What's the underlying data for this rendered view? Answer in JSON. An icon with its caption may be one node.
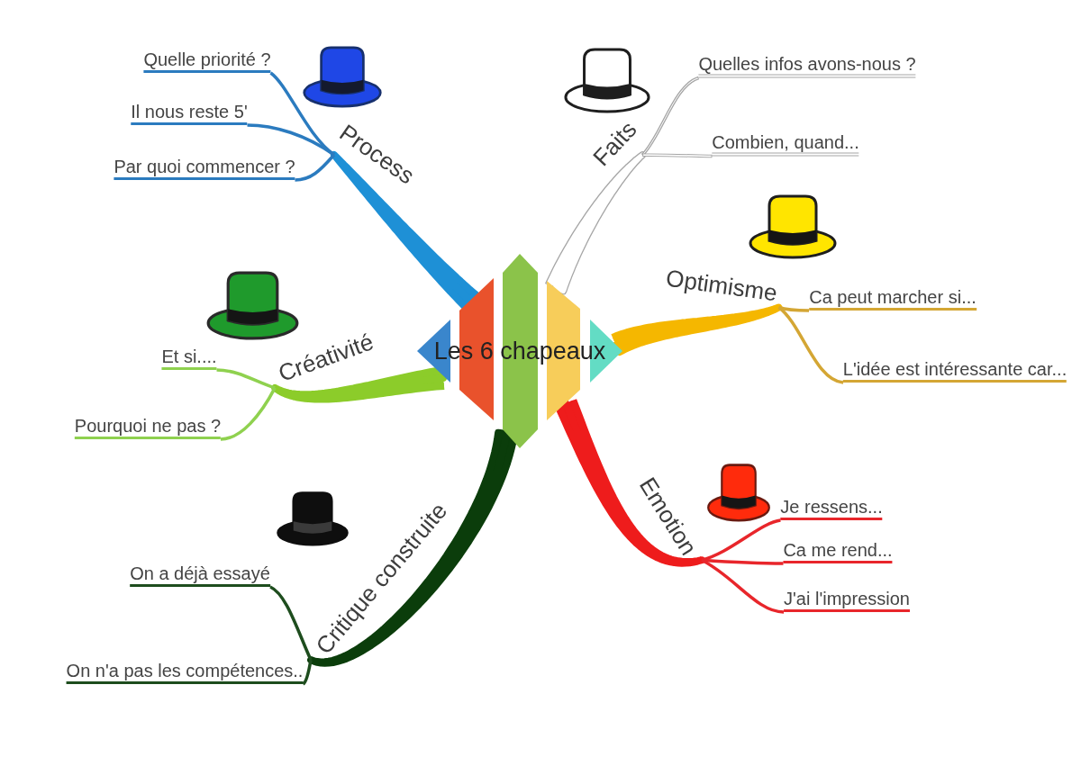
{
  "diagram": {
    "nodes": [
      {
        "text": [
          "Les 6 chapeaux"
        ]
      },
      {
        "text": [
          "Process"
        ]
      },
      {
        "text": [
          "Quelle priorité ?"
        ]
      },
      {
        "text": [
          "Il nous reste 5'"
        ]
      },
      {
        "text": [
          "Par quoi commencer ?"
        ]
      },
      {
        "text": [
          "Faits"
        ]
      },
      {
        "text": [
          "Quelles infos avons-nous ?"
        ]
      },
      {
        "text": [
          "Combien, quand..."
        ]
      },
      {
        "text": [
          "Optimisme"
        ]
      },
      {
        "text": [
          "Ca peut marcher si..."
        ]
      },
      {
        "text": [
          "L'idée est intéressante car..."
        ]
      },
      {
        "text": [
          "Emotion"
        ]
      },
      {
        "text": [
          "Je ressens..."
        ]
      },
      {
        "text": [
          "Ca me rend..."
        ]
      },
      {
        "text": [
          "J'ai l'impression"
        ]
      },
      {
        "text": [
          "Critique construite"
        ]
      },
      {
        "text": [
          "On a déjà essayé"
        ]
      },
      {
        "text": [
          "On n'a pas les compétences.."
        ]
      },
      {
        "text": [
          "Créativité"
        ]
      },
      {
        "text": [
          "Et si...."
        ]
      },
      {
        "text": [
          "Pourquoi ne pas ?"
        ]
      }
    ],
    "edges": [
      {
        "from": 0,
        "to": 1,
        "arrow": "none",
        "style": "thick",
        "color": "#1e90d6"
      },
      {
        "from": 1,
        "to": 2,
        "arrow": "none",
        "color": "#2b7bbf"
      },
      {
        "from": 1,
        "to": 3,
        "arrow": "none",
        "color": "#2b7bbf"
      },
      {
        "from": 1,
        "to": 4,
        "arrow": "none",
        "color": "#2b7bbf"
      },
      {
        "from": 0,
        "to": 5,
        "arrow": "none",
        "style": "thick",
        "color": "#a6a6a6"
      },
      {
        "from": 5,
        "to": 6,
        "arrow": "none",
        "color": "#a6a6a6"
      },
      {
        "from": 5,
        "to": 7,
        "arrow": "none",
        "color": "#a6a6a6"
      },
      {
        "from": 0,
        "to": 8,
        "arrow": "none",
        "style": "thick",
        "color": "#f5b700"
      },
      {
        "from": 8,
        "to": 9,
        "arrow": "none",
        "color": "#d4a634"
      },
      {
        "from": 8,
        "to": 10,
        "arrow": "none",
        "color": "#d4a634"
      },
      {
        "from": 0,
        "to": 11,
        "arrow": "none",
        "style": "thick",
        "color": "#ee1c1c"
      },
      {
        "from": 11,
        "to": 12,
        "arrow": "none",
        "color": "#e8262b"
      },
      {
        "from": 11,
        "to": 13,
        "arrow": "none",
        "color": "#e8262b"
      },
      {
        "from": 11,
        "to": 14,
        "arrow": "none",
        "color": "#e8262b"
      },
      {
        "from": 0,
        "to": 15,
        "arrow": "none",
        "style": "thick",
        "color": "#0b3d0b"
      },
      {
        "from": 15,
        "to": 16,
        "arrow": "none",
        "color": "#1e4d1e"
      },
      {
        "from": 15,
        "to": 17,
        "arrow": "none",
        "color": "#1e4d1e"
      },
      {
        "from": 0,
        "to": 18,
        "arrow": "none",
        "style": "thick",
        "color": "#8ccc2a"
      },
      {
        "from": 18,
        "to": 19,
        "arrow": "none",
        "color": "#8fd14f"
      },
      {
        "from": 18,
        "to": 20,
        "arrow": "none",
        "color": "#8fd14f"
      }
    ]
  }
}
